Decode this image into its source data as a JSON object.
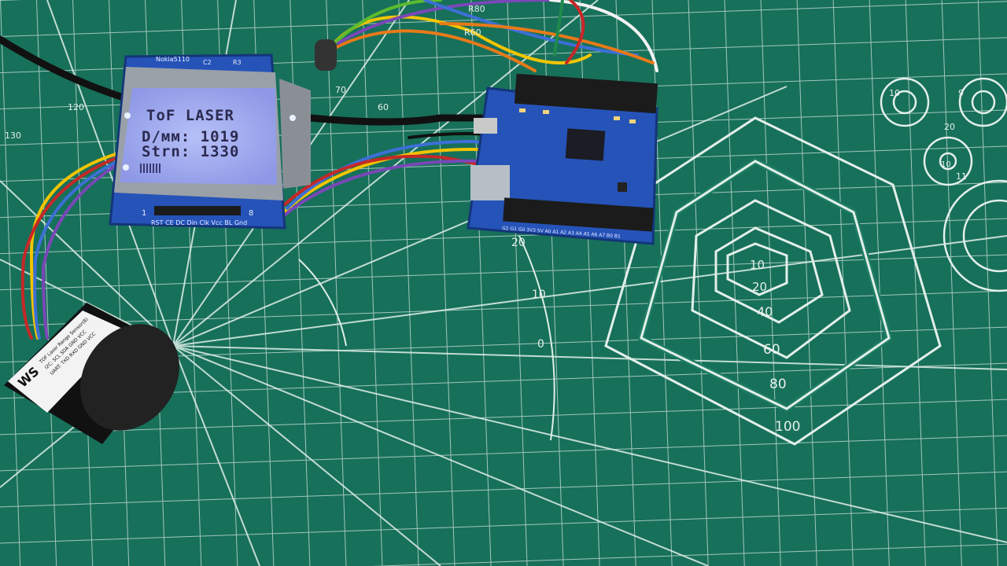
{
  "colors": {
    "mat": "#17705a",
    "grid": "#cfe3da",
    "pcb": "#2553b8",
    "lcd_glow": "#a9b4f3",
    "lcd_text": "#2b2a50"
  },
  "lcd": {
    "title": "ToF LASER",
    "line1": "D/мм: 1019",
    "line2": "Strn: 1330",
    "module_label": "Nokia5110",
    "pin_labels": "RST CE DC Din Clk Vcc BL Gnd",
    "pin_first": "1",
    "pin_last": "8",
    "cap_labels": [
      "C2",
      "R3"
    ]
  },
  "mat_numbers": {
    "hexagon_scale": [
      "10",
      "20",
      "40",
      "60",
      "80",
      "100"
    ],
    "ruler_scale": [
      "20",
      "10",
      "0"
    ],
    "top_ticks": [
      "R80",
      "R60",
      "70",
      "60"
    ],
    "left_ticks": [
      "130",
      "120"
    ],
    "circle_labels": [
      "10",
      "9",
      "11",
      "10",
      "20"
    ]
  },
  "sensor": {
    "logo": "WS",
    "label_line1": "TOF Laser Range Sensor(B)",
    "label_line2": "I2C: SCL SDA GND VCC",
    "label_line3": "UART: TXD RXD GND VCC"
  },
  "mcu_board": {
    "pin_header_labels": "G2 G1 G0 3V3 5V A0 A1 A2 A3 A4 A5 A6 A7 B0 B1"
  },
  "icons": [
    "usb-cable",
    "nokia-lcd",
    "mcu-board",
    "tof-sensor"
  ]
}
